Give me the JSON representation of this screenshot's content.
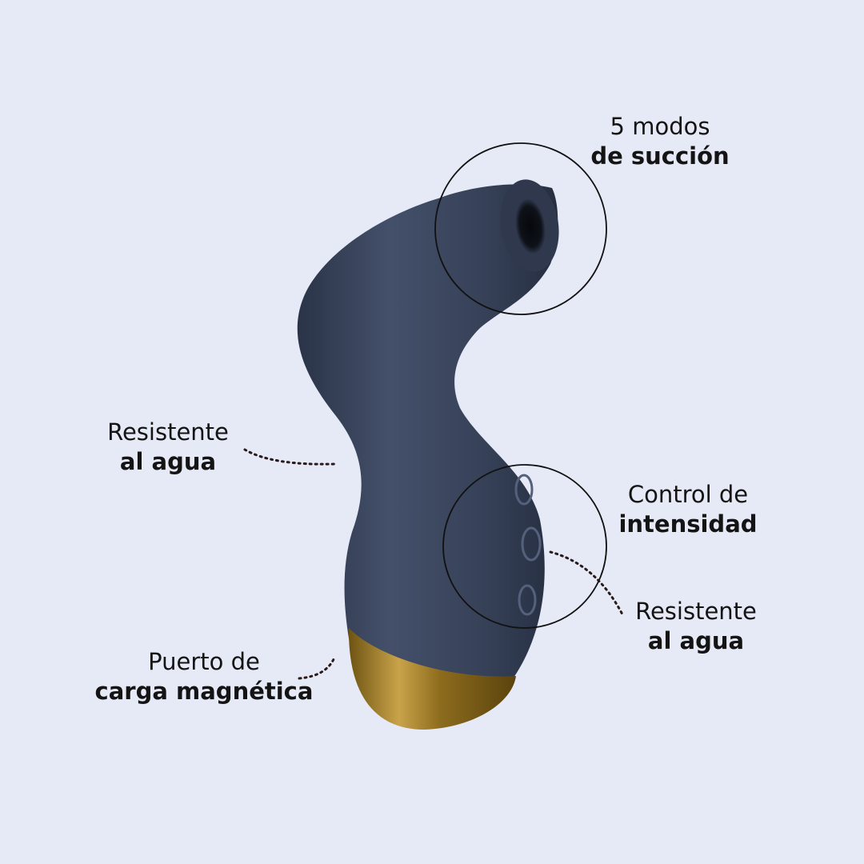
{
  "features": {
    "suction": {
      "line1": "5 modos",
      "line2": "de succión"
    },
    "water_left": {
      "line1": "Resistente",
      "line2": "al agua"
    },
    "intensity": {
      "line1": "Control de",
      "line2": "intensidad"
    },
    "water_right": {
      "line1": "Resistente",
      "line2": "al agua"
    },
    "charging": {
      "line1": "Puerto de",
      "line2": "carga magnética"
    }
  },
  "colors": {
    "background": "#e6e9f6",
    "device_body": "#364158",
    "device_base": "#9a7a2a",
    "text": "#141414"
  },
  "icons": [
    "suction-head-icon",
    "button-icon",
    "magnetic-port-icon"
  ]
}
